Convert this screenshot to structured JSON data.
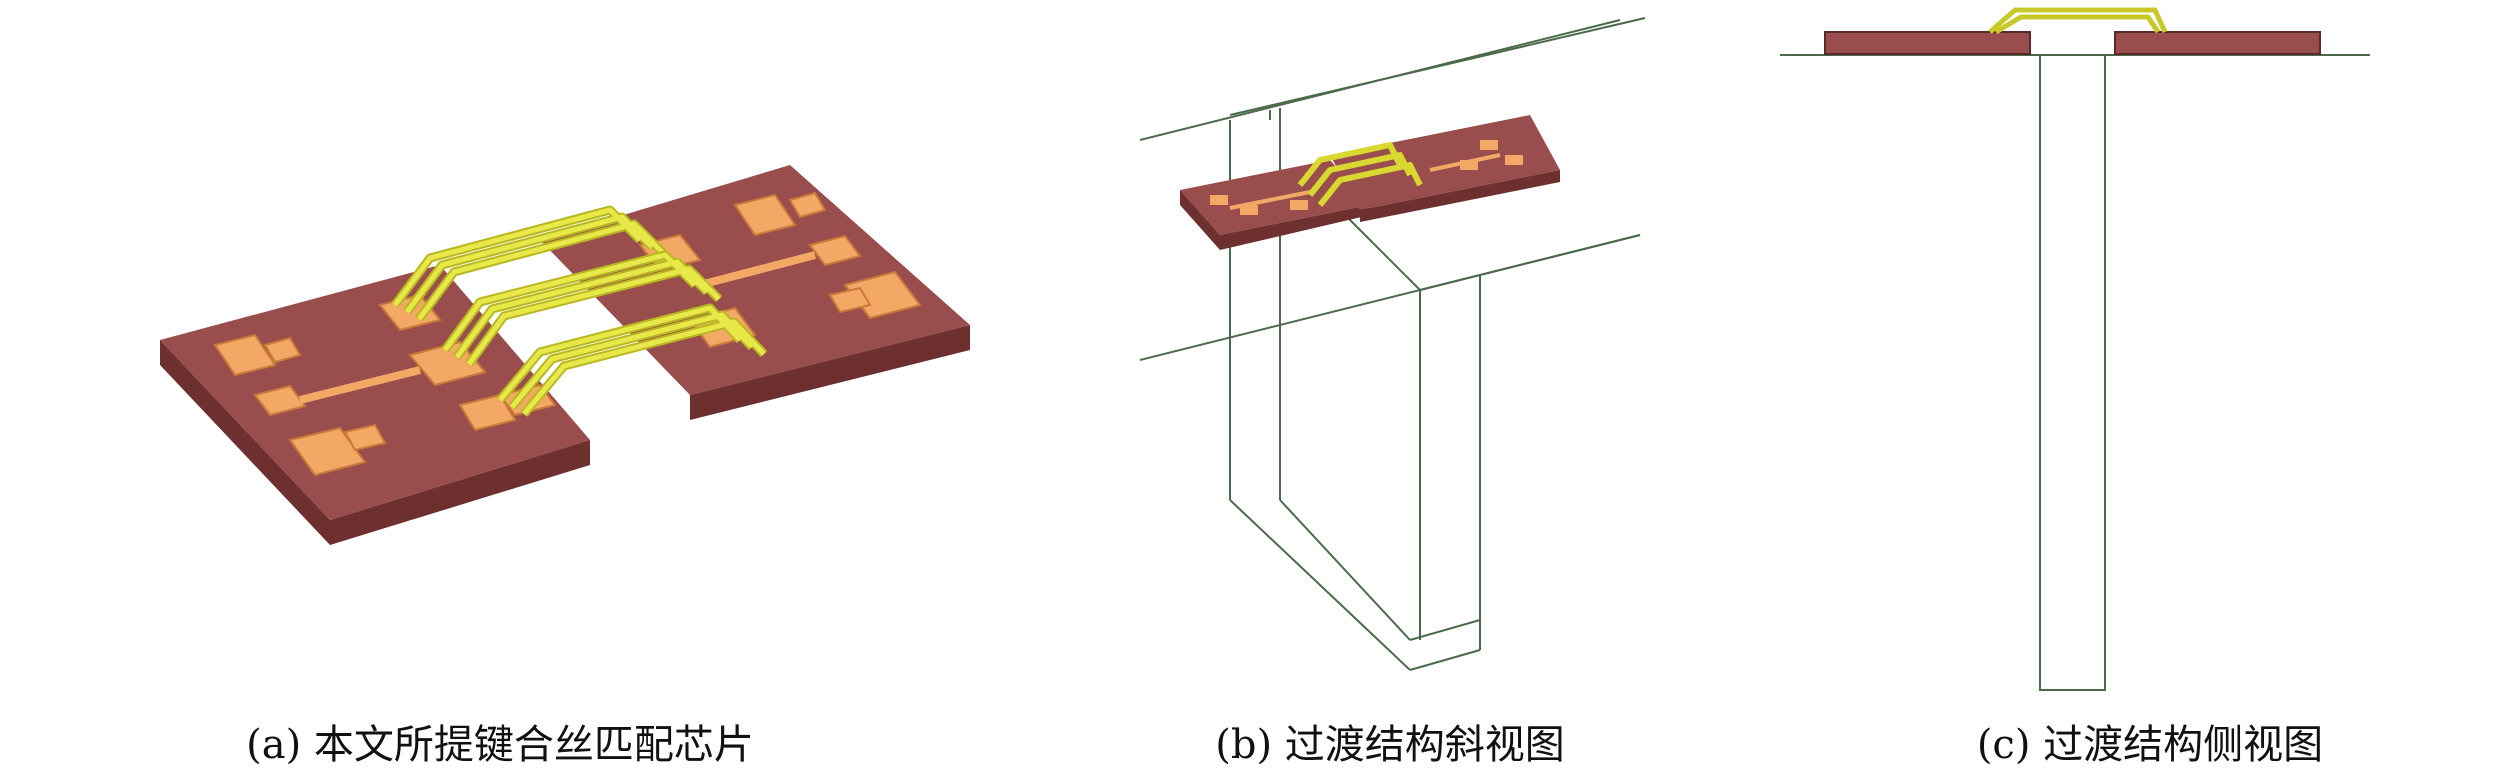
{
  "panels": [
    {
      "caption": "(a) 本文所提键合丝匹配芯片"
    },
    {
      "caption": "(b) 过渡结构斜视图"
    },
    {
      "caption": "(c) 过渡结构侧视图"
    }
  ],
  "colors": {
    "substrate_top": "#9a4d4d",
    "substrate_side": "#6e2f2f",
    "pad": "#f3a865",
    "pad_edge": "#c97a3a",
    "wire": "#e8e84a",
    "wire_dark": "#b8b820",
    "outline": "#4a6a4a"
  }
}
